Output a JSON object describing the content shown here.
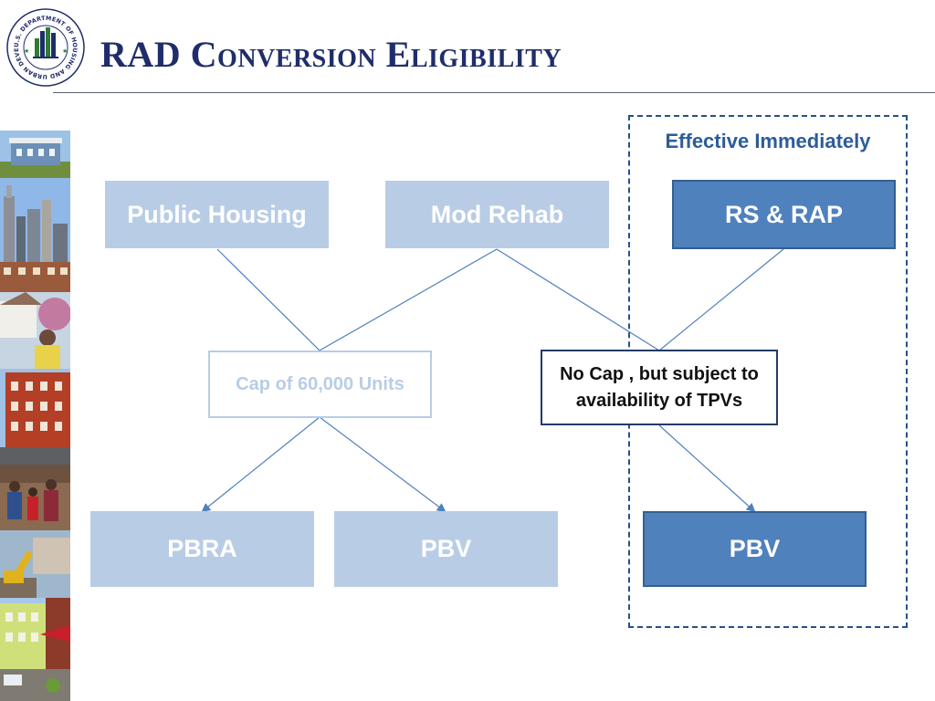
{
  "header": {
    "title": "RAD Conversion Eligibility",
    "seal_text": "U.S. DEPARTMENT OF HOUSING AND URBAN DEVELOPMENT"
  },
  "diagram": {
    "effective_label": "Effective Immediately",
    "sources": {
      "public_housing": "Public Housing",
      "mod_rehab": "Mod Rehab",
      "rs_rap": "RS & RAP"
    },
    "caps": {
      "cap_60000": "Cap of 60,000 Units",
      "no_cap": "No Cap , but subject to availability of TPVs"
    },
    "outcomes": {
      "pbra": "PBRA",
      "pbv_capped": "PBV",
      "pbv_uncapped": "PBV"
    }
  },
  "colors": {
    "title": "#1f2d6b",
    "light_box": "#b8cde5",
    "dark_box": "#4f81bd",
    "connector": "#4f81bd",
    "dashed_border": "#27508a"
  }
}
